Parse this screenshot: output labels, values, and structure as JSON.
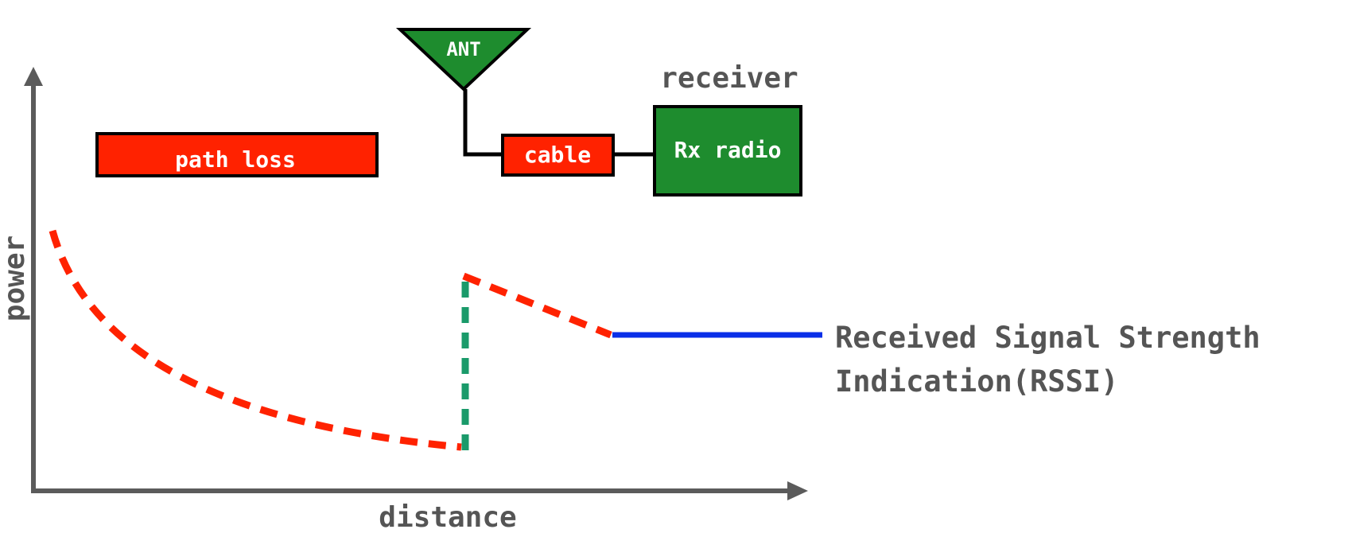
{
  "axes": {
    "y_label": "power",
    "x_label": "distance"
  },
  "blocks": {
    "path_loss": "path loss",
    "antenna": "ANT",
    "cable": "cable",
    "receiver_title": "receiver",
    "rx_radio": "Rx radio"
  },
  "annotation": {
    "line1": "Received Signal Strength",
    "line2": "Indication(RSSI)"
  },
  "colors": {
    "red": "#ff2200",
    "green": "#1e8c2e",
    "teal": "#1a9a6a",
    "blue": "#0a2fe8",
    "axis": "#5b5b5b",
    "text_gray": "#555555"
  }
}
